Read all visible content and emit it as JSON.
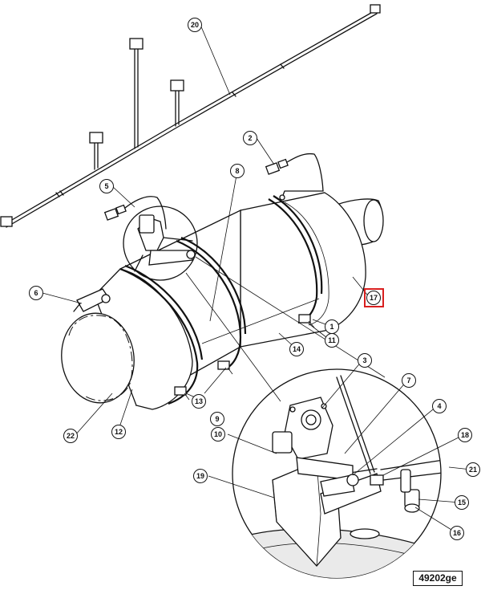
{
  "drawing": {
    "reference": "49202ge",
    "highlight_color": "#d91f1f",
    "highlighted_callout": "17",
    "callouts": [
      "1",
      "2",
      "3",
      "4",
      "5",
      "6",
      "7",
      "8",
      "9",
      "10",
      "11",
      "12",
      "13",
      "14",
      "15",
      "16",
      "17",
      "18",
      "19",
      "20",
      "21",
      "22"
    ]
  }
}
